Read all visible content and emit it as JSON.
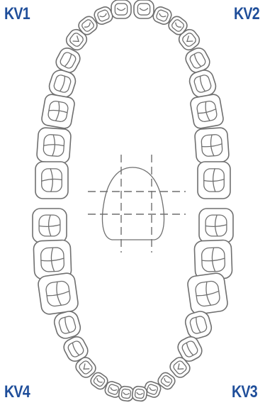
{
  "quadrants": {
    "kv1": "KV1",
    "kv2": "KV2",
    "kv3": "KV3",
    "kv4": "KV4"
  },
  "colors": {
    "label": "#1f4e9a",
    "outline": "#6f6f6f"
  }
}
